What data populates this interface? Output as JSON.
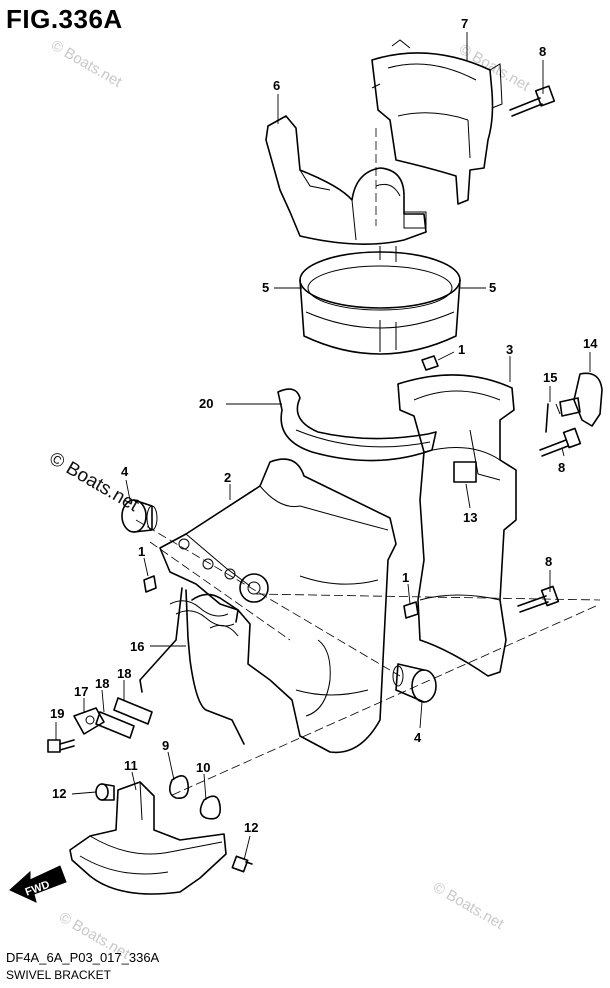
{
  "figure": {
    "title": "FIG.336A",
    "code": "DF4A_6A_P03_017_336A",
    "name": "SWIVEL BRACKET"
  },
  "watermarks": {
    "light": "© Boats.net",
    "dark": "© Boats.net"
  },
  "direction_arrow": "FWD",
  "callouts": [
    {
      "id": "c7",
      "label": "7"
    },
    {
      "id": "c8a",
      "label": "8"
    },
    {
      "id": "c6",
      "label": "6"
    },
    {
      "id": "c5a",
      "label": "5"
    },
    {
      "id": "c5b",
      "label": "5"
    },
    {
      "id": "c1a",
      "label": "1"
    },
    {
      "id": "c3",
      "label": "3"
    },
    {
      "id": "c14",
      "label": "14"
    },
    {
      "id": "c15",
      "label": "15"
    },
    {
      "id": "c20",
      "label": "20"
    },
    {
      "id": "c8b",
      "label": "8"
    },
    {
      "id": "c4a",
      "label": "4"
    },
    {
      "id": "c2",
      "label": "2"
    },
    {
      "id": "c13",
      "label": "13"
    },
    {
      "id": "c1b",
      "label": "1"
    },
    {
      "id": "c8c",
      "label": "8"
    },
    {
      "id": "c1c",
      "label": "1"
    },
    {
      "id": "c16",
      "label": "16"
    },
    {
      "id": "c18a",
      "label": "18"
    },
    {
      "id": "c17",
      "label": "17"
    },
    {
      "id": "c18b",
      "label": "18"
    },
    {
      "id": "c19",
      "label": "19"
    },
    {
      "id": "c4b",
      "label": "4"
    },
    {
      "id": "c9",
      "label": "9"
    },
    {
      "id": "c10",
      "label": "10"
    },
    {
      "id": "c11",
      "label": "11"
    },
    {
      "id": "c12a",
      "label": "12"
    },
    {
      "id": "c12b",
      "label": "12"
    }
  ]
}
